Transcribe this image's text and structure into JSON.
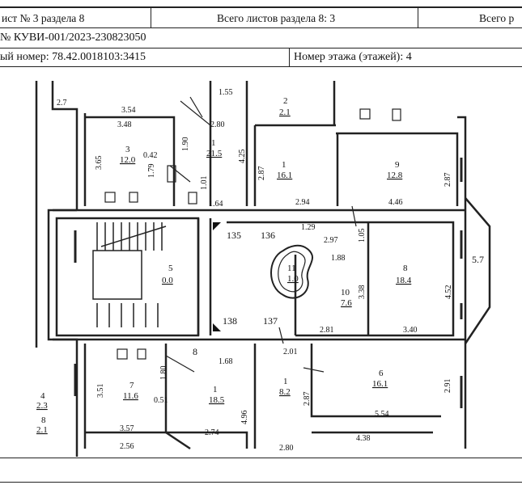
{
  "header": {
    "sheet": "ист № 3 раздела 8",
    "total_sheets": "Всего листов раздела 8: 3",
    "total_right": "Всего р",
    "kuvi": "№ КУВИ-001/2023-230823050",
    "cadastral": "ый номер: 78.42.0018103:3415",
    "floor": "Номер этажа (этажей): 4"
  },
  "plan": {
    "rooms": [
      {
        "number": "3",
        "area": "12.0"
      },
      {
        "number": "1",
        "area": "21.5"
      },
      {
        "number": "2",
        "area": "2.1"
      },
      {
        "number": "1",
        "area": "16.1"
      },
      {
        "number": "9",
        "area": "12.8"
      },
      {
        "number": "5",
        "area": "0.0"
      },
      {
        "number": "11",
        "area": "1.0"
      },
      {
        "number": "10",
        "area": "7.6"
      },
      {
        "number": "8",
        "area": "18.4"
      },
      {
        "number": "7",
        "area": "11.6"
      },
      {
        "number": "1",
        "area": "18.5"
      },
      {
        "number": "1",
        "area": "8.2"
      },
      {
        "number": "6",
        "area": "16.1"
      },
      {
        "number": "4",
        "area": "2.3"
      },
      {
        "number": "8",
        "area": "2.1"
      }
    ],
    "dims": [
      "2.7",
      "3.54",
      "3.48",
      "3.65",
      "0.42",
      "1.90",
      "1.79",
      "1.55",
      "2.80",
      "4.25",
      "1.64",
      "1.01",
      "2.87",
      "2.94",
      "2.87",
      "4.46",
      "1.29",
      "1.05",
      "2.97",
      "1.88",
      "3.38",
      "4.52",
      "5.7",
      "2.81",
      "3.40",
      "1.68",
      "2.01",
      "1.80",
      "0.51",
      "4.96",
      "3.51",
      "3.57",
      "2.74",
      "2.56",
      "2.87",
      "5.54",
      "2.91",
      "4.38",
      "2.80"
    ],
    "labels": [
      "135",
      "136",
      "138",
      "137",
      "8"
    ]
  }
}
